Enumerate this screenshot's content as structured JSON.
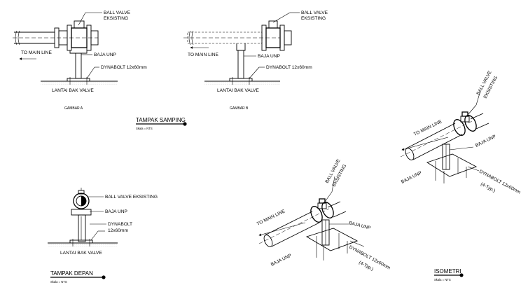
{
  "side_view": {
    "a": {
      "ball_valve": [
        "BALL VALVE",
        "EKSISTING"
      ],
      "to_main_line": "TO MAIN LINE",
      "baja_unp": "BAJA UNP",
      "dynabolt": "DYNABOLT 12x60mm",
      "lantai": "LANTAI BAK VALVE",
      "caption": "GAMBAR A"
    },
    "b": {
      "ball_valve": [
        "BALL VALVE",
        "EKSISTING"
      ],
      "to_main_line": "TO MAIN LINE",
      "baja_unp": "BAJA UNP",
      "dynabolt": "DYNABOLT 12x60mm",
      "lantai": "LANTAI BAK VALVE",
      "caption": "GAMBAR B"
    },
    "title": "TAMPAK SAMPING",
    "scale": "Skala = NTS"
  },
  "front_view": {
    "ball_valve": "BALL VALVE EKSISTING",
    "baja_unp": "BAJA UNP",
    "dynabolt": [
      "DYNABOLT",
      "12x60mm"
    ],
    "lantai": "LANTAI BAK VALVE",
    "title": "TAMPAK DEPAN",
    "scale": "Skala = NTS"
  },
  "isometric_1": {
    "ball_valve": [
      "BALL VALVE",
      "EKSISTING"
    ],
    "to_main_line": "TO MAIN LINE",
    "baja_unp_right": "BAJA UNP",
    "baja_unp_left": "BAJA UNP",
    "dynabolt": "DYNABOLT 12x60mm",
    "typ": "(4-Typ.)"
  },
  "isometric_2": {
    "ball_valve": [
      "BALL VALVE",
      "EKSISTING"
    ],
    "to_main_line": "TO MAIN LINE",
    "baja_unp_right": "BAJA UNP",
    "baja_unp_left": "BAJA UNP",
    "dynabolt": "DYNABOLT 12x60mm",
    "typ": "(4-Typ.)",
    "title": "ISOMETRI",
    "scale": "Skala = NTS"
  }
}
